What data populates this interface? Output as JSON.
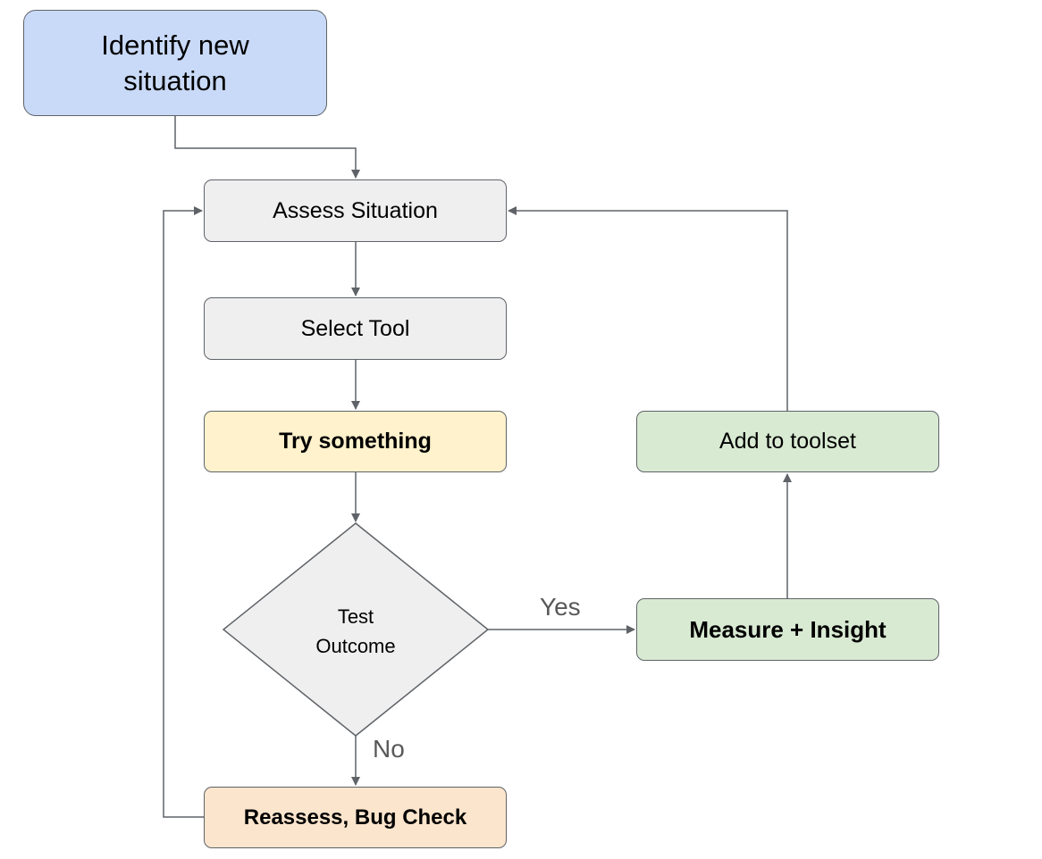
{
  "nodes": {
    "start": "Identify new situation",
    "assess": "Assess Situation",
    "select": "Select Tool",
    "try": "Try something",
    "decision": "Test Outcome",
    "reassess": "Reassess, Bug Check",
    "measure": "Measure + Insight",
    "add": "Add to toolset"
  },
  "edge_labels": {
    "yes": "Yes",
    "no": "No"
  },
  "colors": {
    "start_fill": "#c9daf8",
    "neutral_fill": "#efefef",
    "try_fill": "#fff2cc",
    "reassess_fill": "#fce5cd",
    "success_fill": "#d9ead3",
    "stroke": "#5f6368"
  }
}
